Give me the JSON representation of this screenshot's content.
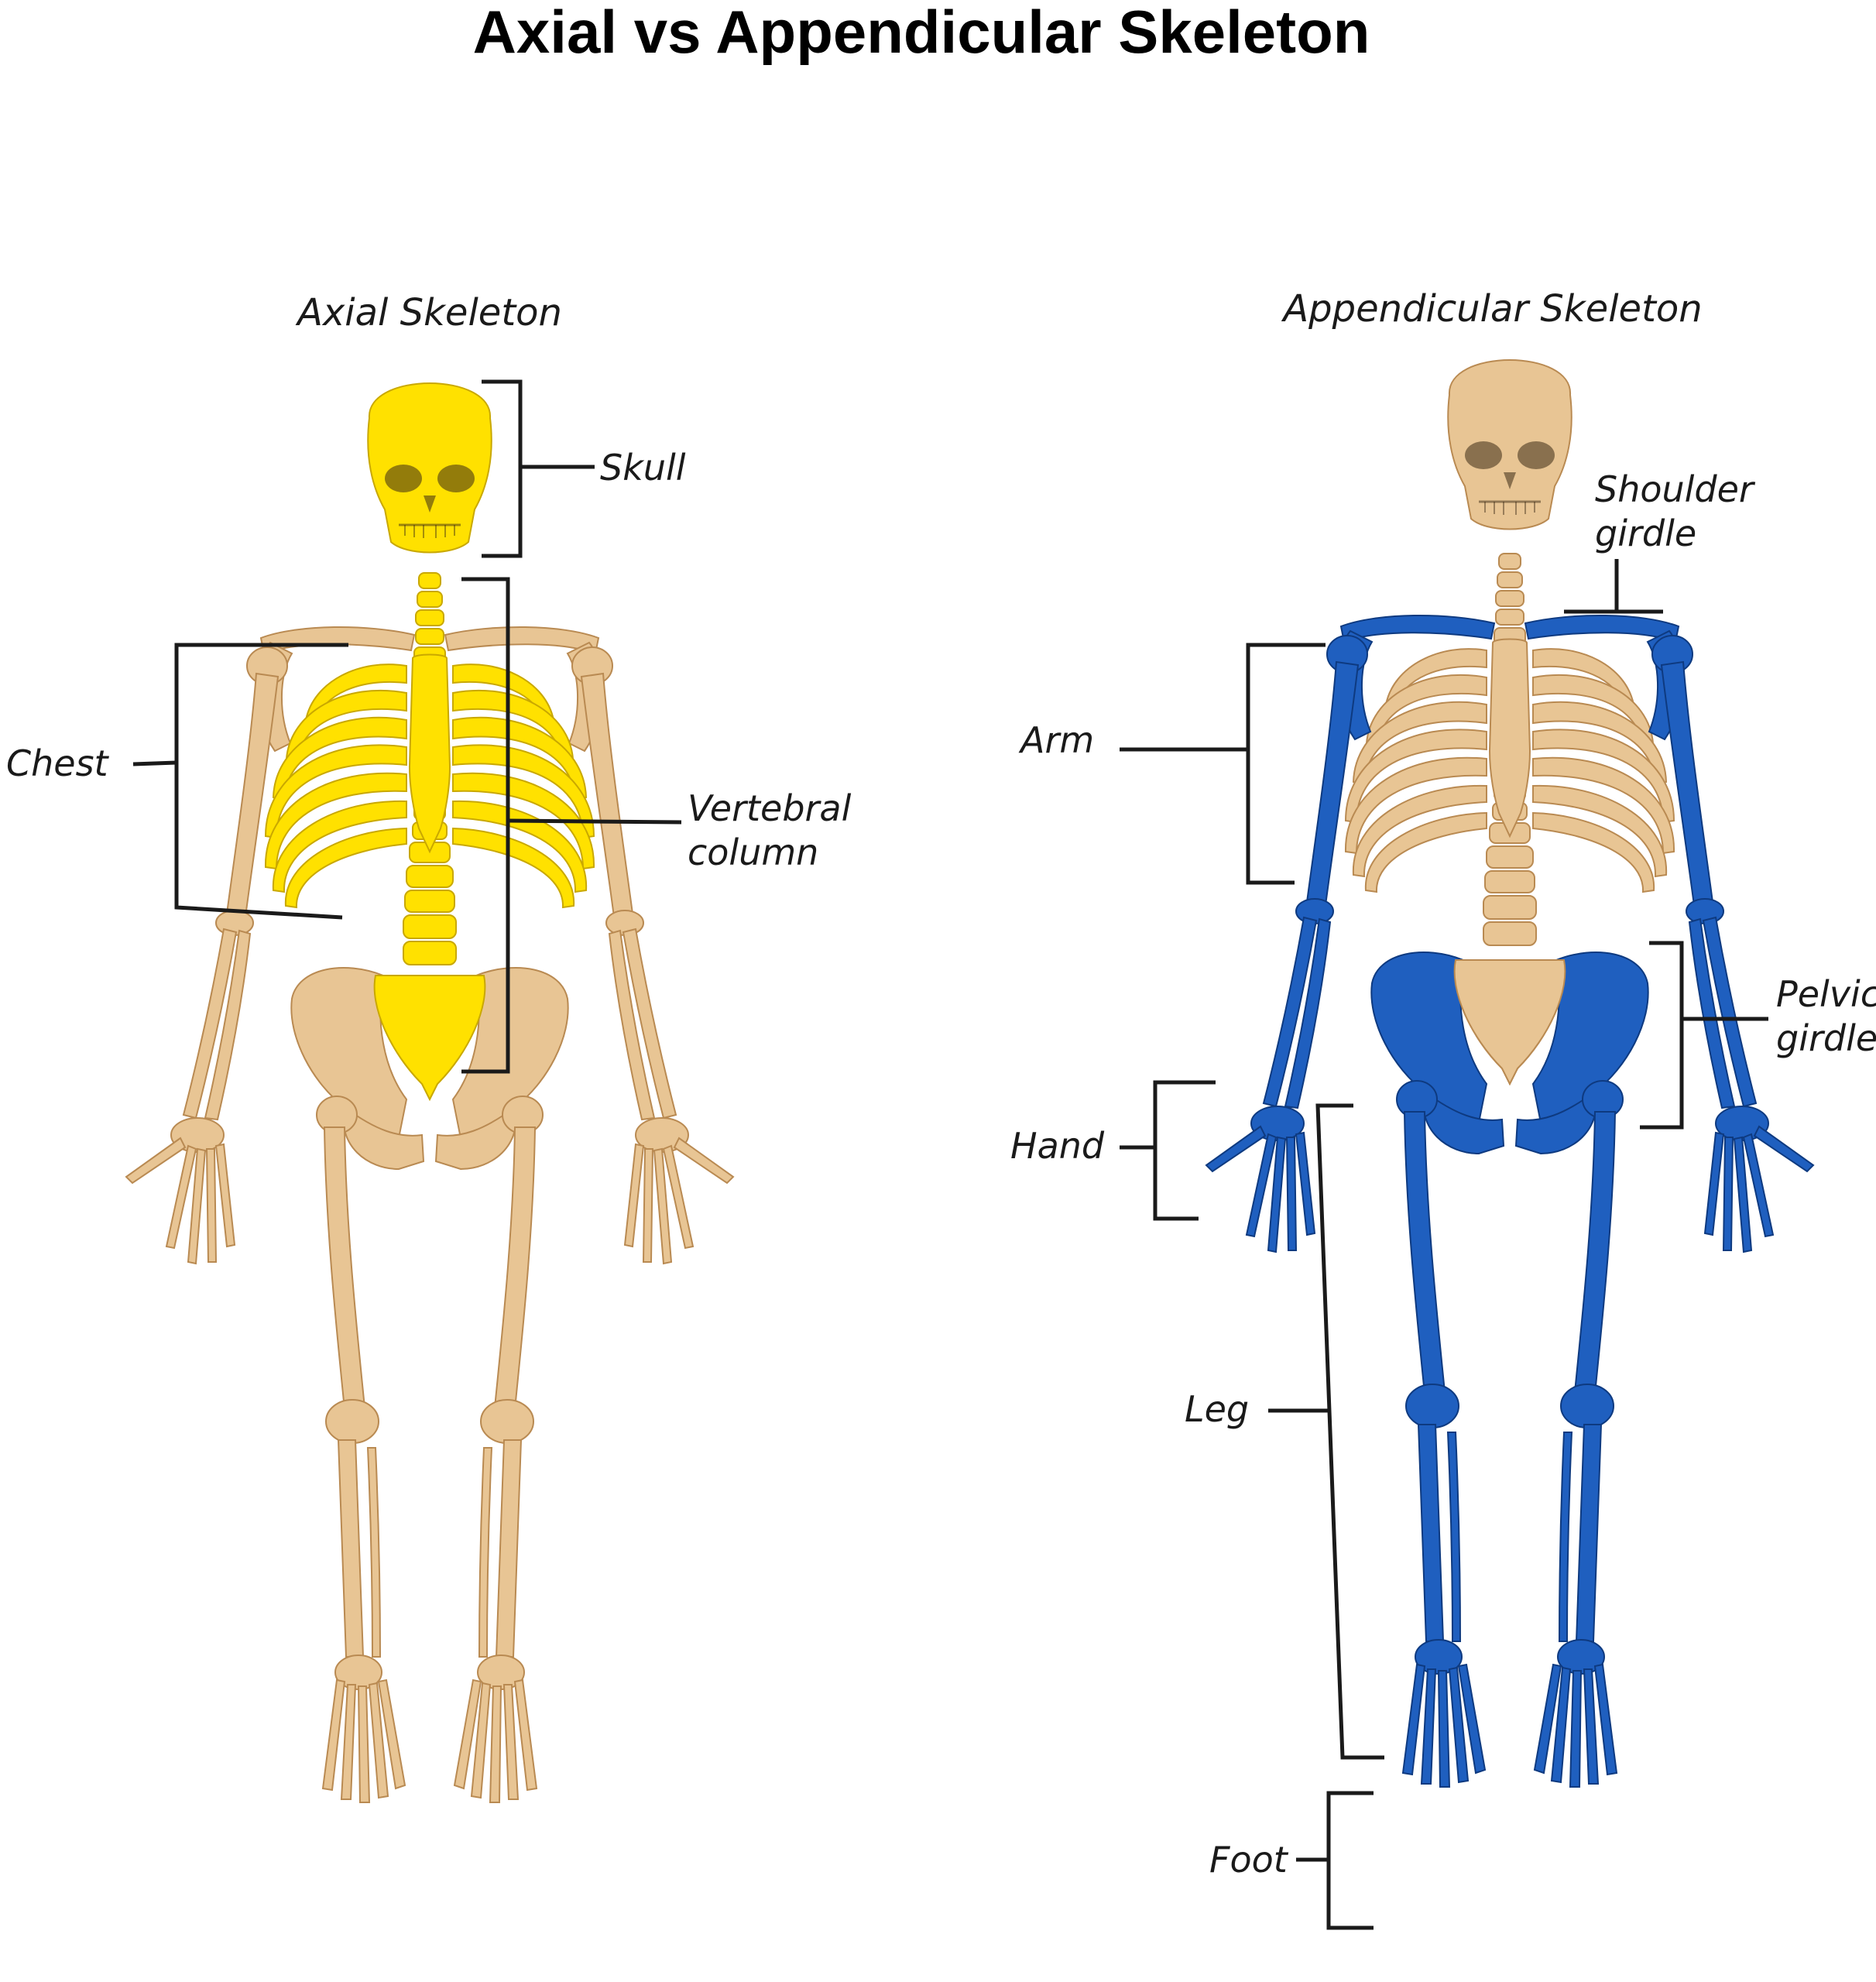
{
  "title": "Axial vs Appendicular Skeleton",
  "left_panel": {
    "heading": "Axial Skeleton",
    "labels": {
      "skull": "Skull",
      "chest": "Chest",
      "vertebral_1": "Vertebral",
      "vertebral_2": "column"
    }
  },
  "right_panel": {
    "heading": "Appendicular Skeleton",
    "labels": {
      "shoulder_1": "Shoulder",
      "shoulder_2": "girdle",
      "arm": "Arm",
      "pelvic_1": "Pelvic",
      "pelvic_2": "girdle",
      "hand": "Hand",
      "leg": "Leg",
      "foot": "Foot"
    }
  },
  "colors": {
    "bone": "#e8c594",
    "bone_edge": "#b98a52",
    "axial_highlight": "#ffe100",
    "axial_edge": "#c9a800",
    "appendicular_highlight": "#1f5fbf",
    "appendicular_edge": "#0e3a80",
    "cartilage": "#e9e6dc"
  }
}
